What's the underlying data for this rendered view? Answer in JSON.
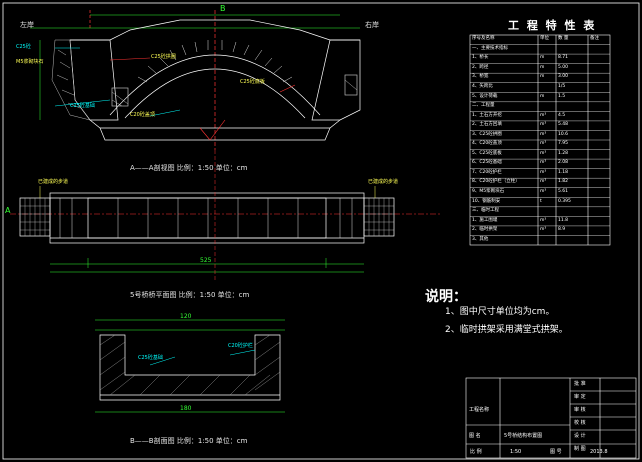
{
  "captions": {
    "section_aa": "A——A剖视图   比例：1:50   单位：cm",
    "plan_5": "5号桥桥平面图   比例：1:50   单位：cm",
    "section_bb": "B——B剖面图   比例：1:50   单位：cm"
  },
  "labels": {
    "left_bank": "左岸",
    "right_bank": "右岸",
    "c25_masonry_left": "C25砼",
    "c25_arch": "C25砼拱圈",
    "c25_bottom": "C25砼底板",
    "c20_cap": "C20砼盖顶",
    "c25_base": "C25砼基础",
    "m5_mortar": "M5浆砌块石",
    "existing_road_left": "已建成的步道",
    "existing_road_right": "已建成的步道",
    "c25_base_bb": "C25砼基础",
    "c20_guard_bb": "C20砼护栏",
    "dim_plan": "525",
    "dim_bb_top": "120",
    "dim_bb_bottom": "180",
    "sec_a": "A",
    "sec_b": "B"
  },
  "notes": {
    "title": "说明：",
    "item1": "1、图中尺寸单位均为cm。",
    "item2": "2、临时拱架采用满堂式拱架。"
  },
  "table": {
    "title": "工 程 特 性 表",
    "headers": [
      "序号及名称",
      "单位",
      "数 量",
      "备注"
    ],
    "rows": [
      [
        "一、主要技术指标",
        "",
        "",
        ""
      ],
      [
        "1、桥长",
        "m",
        "8.71",
        ""
      ],
      [
        "2、跨径",
        "m",
        "5.00",
        ""
      ],
      [
        "3、桥宽",
        "m",
        "3.00",
        ""
      ],
      [
        "4、矢跨比",
        "",
        "1/5",
        ""
      ],
      [
        "5、设计荷载",
        "m",
        "1.5",
        ""
      ],
      [
        "二、工程量",
        "",
        "",
        ""
      ],
      [
        "1、土石方开挖",
        "m³",
        "4.5",
        ""
      ],
      [
        "2、土石方回填",
        "m³",
        "5.48",
        ""
      ],
      [
        "3、C25砼拱圈",
        "m³",
        "10.6",
        ""
      ],
      [
        "4、C20砼盖顶",
        "m³",
        "7.95",
        ""
      ],
      [
        "5、C25砼底板",
        "m³",
        "1.28",
        ""
      ],
      [
        "6、C25砼基础",
        "m³",
        "2.08",
        ""
      ],
      [
        "7、C20砼护栏",
        "m³",
        "1.18",
        ""
      ],
      [
        "8、C20砼护栏（立柱）",
        "m³",
        "1.82",
        ""
      ],
      [
        "9、M5浆砌块石",
        "m³",
        "5.61",
        ""
      ],
      [
        "10、钢筋制安",
        "t",
        "0.395",
        ""
      ],
      [
        "三、临时工程",
        "",
        "",
        ""
      ],
      [
        "1、施工围堰",
        "m³",
        "11.8",
        ""
      ],
      [
        "2、临时拱架",
        "m³",
        "8.9",
        ""
      ],
      [
        "3、其他",
        "",
        "",
        ""
      ]
    ]
  },
  "title_block": {
    "roles": [
      "批 准",
      "审 定",
      "审 核",
      "校 核",
      "设 计",
      "制 图"
    ],
    "project_label": "工程名称",
    "drawing_label": "图 名",
    "drawing_name": "5号桥结构布置图",
    "footer": [
      "比 例",
      "1:50",
      "图 号",
      "2013.8"
    ]
  },
  "colors": {
    "background": "#000000",
    "line_white": "#ffffff",
    "accent_yellow": "#ffff55",
    "leader_cyan": "#00ffff",
    "dim_green": "#33ff33",
    "axis_red": "#ff3333",
    "hatch_grey": "#9a9a9a"
  }
}
